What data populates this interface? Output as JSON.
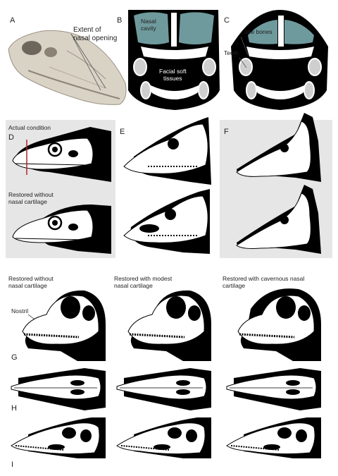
{
  "panels": {
    "A": {
      "letter": "A",
      "annotation_line1": "Extent of",
      "annotation_line2": "nasal opening"
    },
    "B": {
      "letter": "B",
      "nasal_line1": "Nasal",
      "nasal_line2": "cavity",
      "soft_line1": "Facial soft",
      "soft_line2": "tissues"
    },
    "C": {
      "letter": "C",
      "jaw": "Jaw bones",
      "teeth": "Teeth"
    },
    "D": {
      "letter": "D",
      "top_caption": "Actual condition",
      "bottom_caption_line1": "Restored without",
      "bottom_caption_line2": "nasal cartilage"
    },
    "E": {
      "letter": "E"
    },
    "F": {
      "letter": "F"
    },
    "G": {
      "letter": "G",
      "nostril": "Nostril",
      "col1_line1": "Restored without",
      "col1_line2": "nasal cartilage",
      "col2_line1": "Restored with modest",
      "col2_line2": "nasal cartilage",
      "col3_line1": "Restored with cavernous nasal",
      "col3_line2": "cartilage"
    },
    "H": {
      "letter": "H"
    },
    "I": {
      "letter": "I"
    }
  },
  "colors": {
    "nasal_cavity": "#6f9a9d",
    "soft_tissue": "#000000",
    "bone": "#ffffff",
    "panel_bg": "#e6e6e6",
    "guide_line": "#b0202b"
  }
}
